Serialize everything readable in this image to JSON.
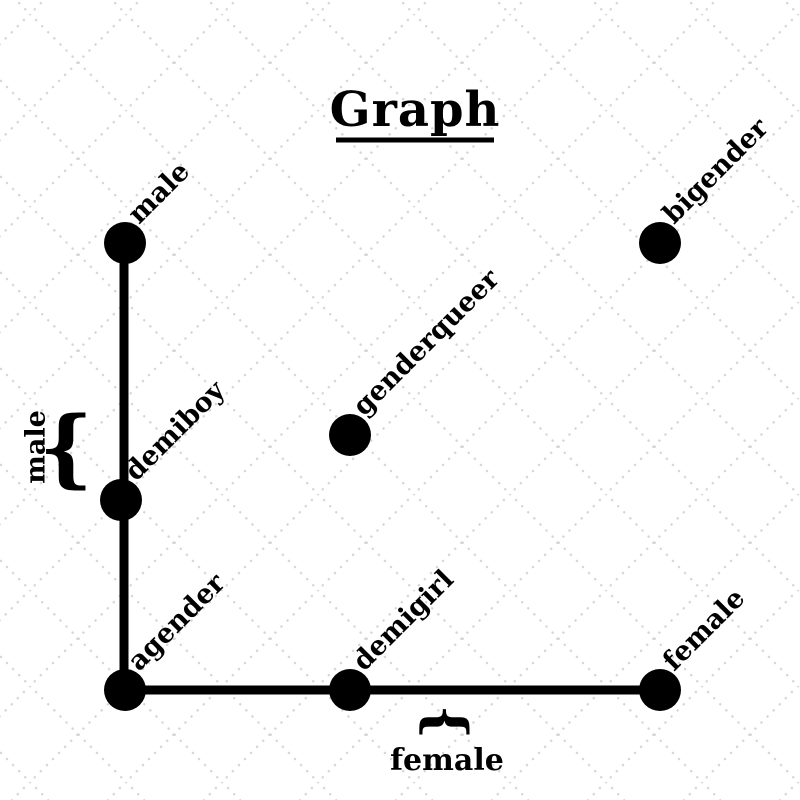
{
  "title": "Graph",
  "nodes": {
    "male": "male",
    "bigender": "bigender",
    "genderqueer": "genderqueer",
    "demiboy": "demiboy",
    "agender": "agender",
    "demigirl": "demigirl",
    "female": "female"
  },
  "axes": {
    "y_brace_label": "male",
    "x_brace_label": "female",
    "brace_glyph": "{"
  },
  "colors": {
    "ink": "#000000",
    "background": "#ffffff",
    "lattice": "#d6d6d6"
  },
  "chart_data": {
    "type": "scatter",
    "title": "Graph",
    "xlabel": "female",
    "ylabel": "male",
    "x_range": [
      0,
      1
    ],
    "y_range": [
      0,
      1
    ],
    "grid": "diagonal-dotted-lattice",
    "legend": "none",
    "points": [
      {
        "label": "male",
        "x": 0,
        "y": 1
      },
      {
        "label": "bigender",
        "x": 1,
        "y": 1
      },
      {
        "label": "genderqueer",
        "x": 0.5,
        "y": 0.55
      },
      {
        "label": "demiboy",
        "x": 0,
        "y": 0.45
      },
      {
        "label": "agender",
        "x": 0,
        "y": 0
      },
      {
        "label": "demigirl",
        "x": 0.5,
        "y": 0
      },
      {
        "label": "female",
        "x": 1,
        "y": 0
      }
    ],
    "edges": [
      [
        "male",
        "demiboy",
        "agender"
      ],
      [
        "agender",
        "demigirl",
        "female"
      ]
    ],
    "annotations": [
      {
        "label": "male",
        "type": "brace",
        "axis": "y",
        "near": "demiboy"
      },
      {
        "label": "female",
        "type": "brace",
        "axis": "x",
        "near": "demigirl"
      }
    ]
  }
}
